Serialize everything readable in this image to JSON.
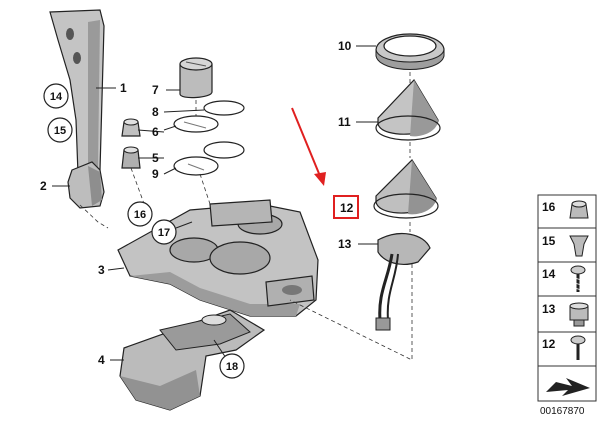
{
  "diagram": {
    "reference_number": "00167870",
    "highlight_color": "#e02020",
    "part_color": "#b9b9b9",
    "part_dark": "#8e8e8e",
    "callouts": {
      "p1": "1",
      "p2": "2",
      "p3": "3",
      "p4": "4",
      "p5": "5",
      "p6": "6",
      "p7": "7",
      "p8": "8",
      "p9": "9",
      "p10": "10",
      "p11": "11",
      "p12": "12",
      "p13": "13",
      "p14": "14",
      "p15": "15",
      "p16": "16",
      "p17": "17",
      "p18": "18"
    },
    "legend": [
      "16",
      "15",
      "14",
      "13",
      "12"
    ]
  }
}
